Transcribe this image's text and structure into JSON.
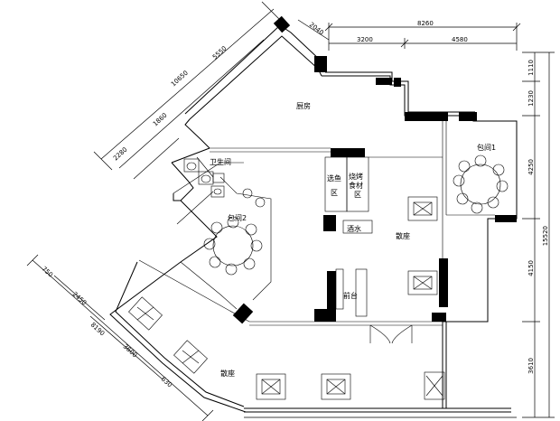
{
  "rooms": {
    "kitchen": "厨房",
    "restroom": "卫生间",
    "private_room_1": "包间1",
    "private_room_2": "包间2",
    "fish_area": "选鱼区",
    "bbq_area": "烧烤食材区",
    "wine": "酒水",
    "seating_1": "散座",
    "seating_2": "散座",
    "front_desk": "前台"
  },
  "dimensions": {
    "top_total": "8260",
    "top_a": "3200",
    "top_b": "4580",
    "top_short": "2040",
    "diag_long": "10650",
    "diag_a": "5550",
    "diag_b": "1860",
    "diag_c": "2280",
    "right_a": "1110",
    "right_b": "1230",
    "right_c": "4250",
    "right_total": "15520",
    "right_d": "4150",
    "right_e": "3610",
    "left_a": "750",
    "left_b": "2450",
    "left_c": "8190",
    "left_d": "3600",
    "left_e": "630"
  }
}
